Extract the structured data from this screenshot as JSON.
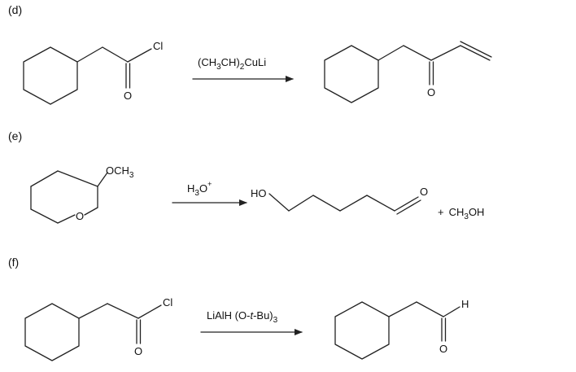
{
  "reactions": [
    {
      "label": "(d)",
      "reactant": {
        "atom_cl": "Cl",
        "atom_o": "O"
      },
      "reagent_main": "(CH",
      "reagent_sub1": "3",
      "reagent_mid": "CH)",
      "reagent_sub2": "2",
      "reagent_tail": "CuLi",
      "product": {
        "atom_o": "O"
      }
    },
    {
      "label": "(e)",
      "reactant": {
        "group_main": "OCH",
        "group_sub": "3",
        "ring_o": "O"
      },
      "reagent_main": "H",
      "reagent_sub": "3",
      "reagent_tail": "O",
      "reagent_sup": "+",
      "product": {
        "ho": "HO",
        "atom_o": "O"
      },
      "byproduct_plus": "+",
      "byproduct_main": "CH",
      "byproduct_sub": "3",
      "byproduct_tail": "OH"
    },
    {
      "label": "(f)",
      "reactant": {
        "atom_cl": "Cl",
        "atom_o": "O"
      },
      "reagent_main": "LiAlH (O-",
      "reagent_italic": "t",
      "reagent_mid": "-Bu)",
      "reagent_sub": "3",
      "product": {
        "atom_h": "H",
        "atom_o": "O"
      }
    }
  ]
}
